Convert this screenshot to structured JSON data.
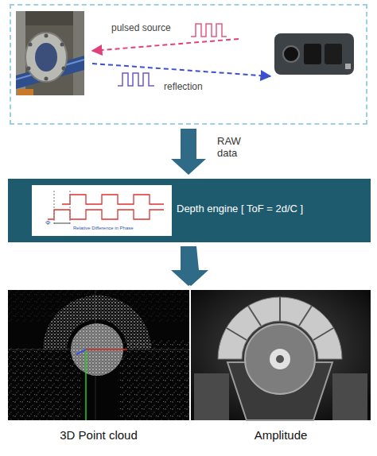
{
  "diagram": {
    "nodes": [
      {
        "text": [
          "pulsed source",
          "reflection"
        ]
      },
      {
        "text": [
          "Depth engine [ ToF = 2d/C ]"
        ]
      },
      {
        "text": [
          "3D Point cloud"
        ]
      },
      {
        "text": [
          "Amplitude"
        ]
      }
    ],
    "edges": [
      {
        "from": 0,
        "to": 1,
        "arrow": "to",
        "label": "RAW data"
      },
      {
        "from": 1,
        "to": 2,
        "arrow": "to"
      },
      {
        "from": 1,
        "to": 3,
        "arrow": "to"
      }
    ],
    "labels": [
      "Φ",
      "Relative Difference in Phase"
    ]
  }
}
